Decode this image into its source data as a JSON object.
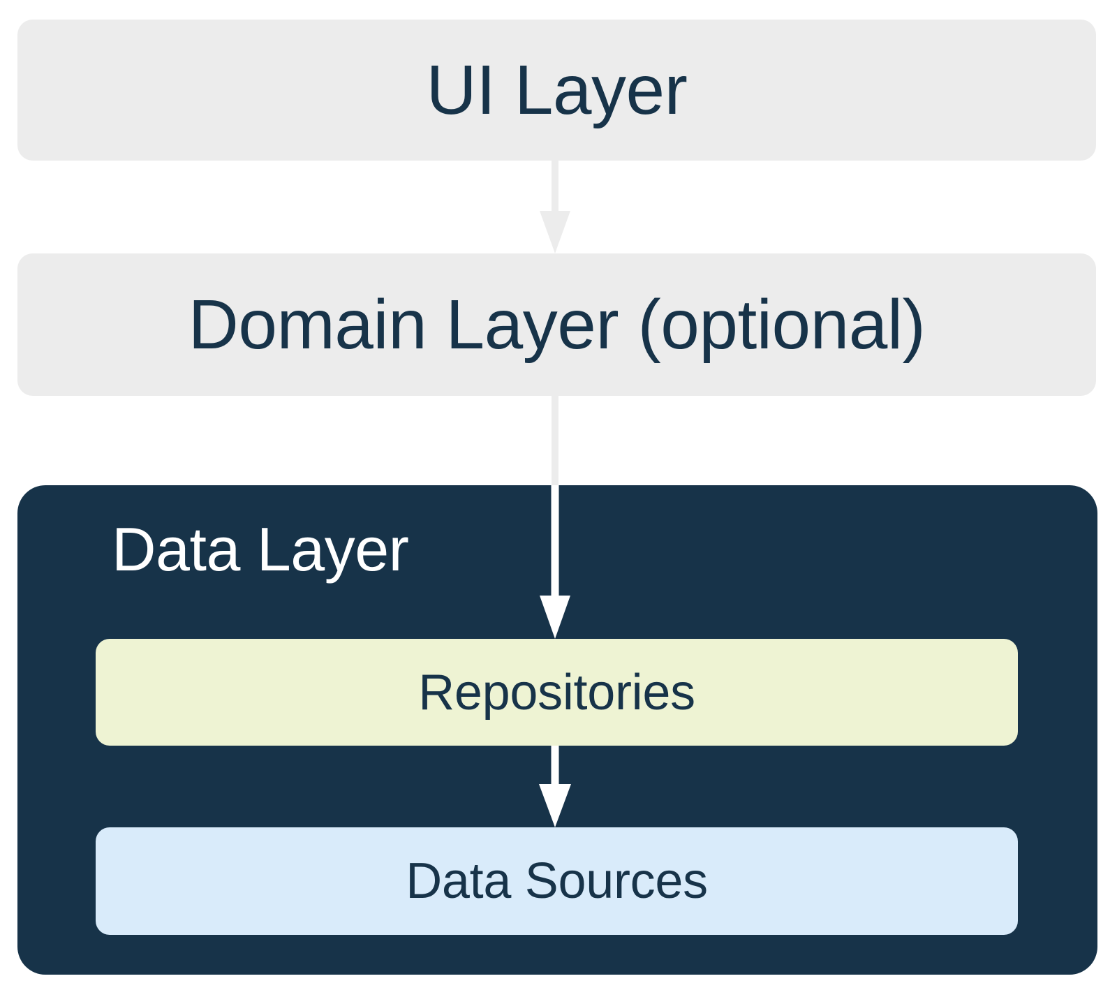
{
  "diagram": {
    "title": "Android app architecture layers",
    "type": "layered-architecture",
    "background_color": "#FFFFFF",
    "layers": [
      {
        "id": "ui",
        "label": "UI Layer",
        "fill_color": "#ECECEC",
        "text_color": "#173349"
      },
      {
        "id": "domain",
        "label": "Domain Layer (optional)",
        "fill_color": "#ECECEC",
        "text_color": "#173349"
      },
      {
        "id": "data",
        "label": "Data Layer",
        "fill_color": "#173349",
        "text_color": "#FFFFFF",
        "children": [
          {
            "id": "repositories",
            "label": "Repositories",
            "fill_color": "#EEF3D3",
            "text_color": "#173349"
          },
          {
            "id": "data-sources",
            "label": "Data Sources",
            "fill_color": "#D9EBFA",
            "text_color": "#173349"
          }
        ]
      }
    ],
    "arrows": [
      {
        "id": "ui-to-domain",
        "from": "ui",
        "to": "domain",
        "color": "#ECECEC",
        "direction": "down"
      },
      {
        "id": "domain-to-repositories",
        "from": "domain",
        "to": "repositories",
        "color": "#ECECEC / #FFFFFF",
        "direction": "down"
      },
      {
        "id": "repositories-to-data-sources",
        "from": "repositories",
        "to": "data-sources",
        "color": "#FFFFFF",
        "direction": "down"
      }
    ]
  }
}
